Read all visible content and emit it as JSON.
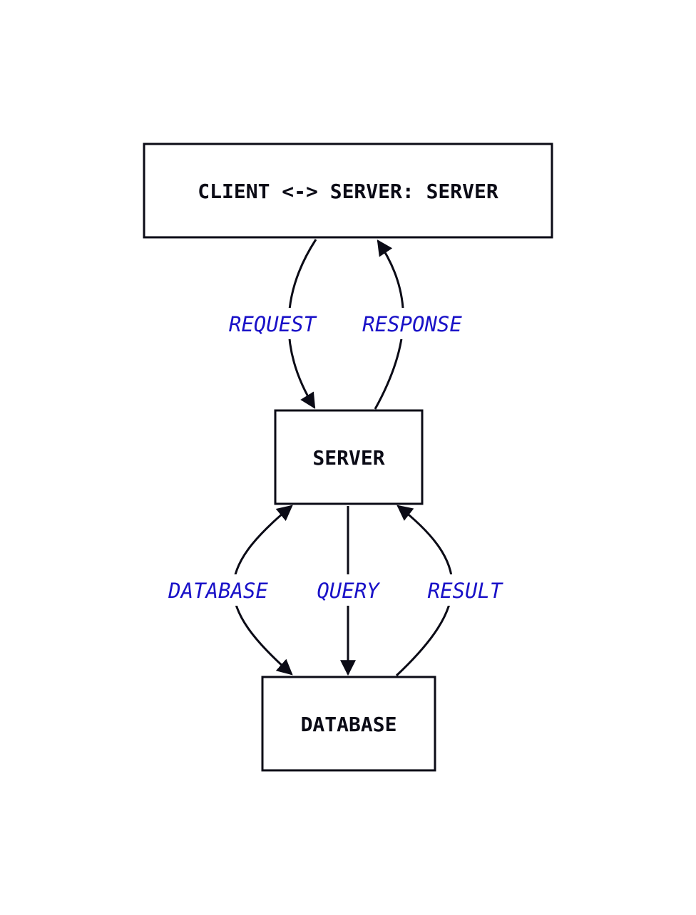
{
  "diagram": {
    "colors": {
      "stroke": "#0b0b16",
      "node_text": "#0b0b16",
      "edge_label": "#1a12c8",
      "background": "#ffffff"
    },
    "nodes": {
      "client": {
        "label": "CLIENT <-> SERVER: SERVER"
      },
      "server": {
        "label": "SERVER"
      },
      "database": {
        "label": "DATABASE"
      }
    },
    "edges": {
      "request": {
        "label": "REQUEST",
        "from": "client",
        "to": "server"
      },
      "response": {
        "label": "RESPONSE",
        "from": "server",
        "to": "client"
      },
      "database": {
        "label": "DATABASE",
        "from": "database",
        "to": "server",
        "bidirectional": true
      },
      "query": {
        "label": "QUERY",
        "from": "server",
        "to": "database"
      },
      "result": {
        "label": "RESULT",
        "from": "database",
        "to": "server"
      }
    }
  }
}
